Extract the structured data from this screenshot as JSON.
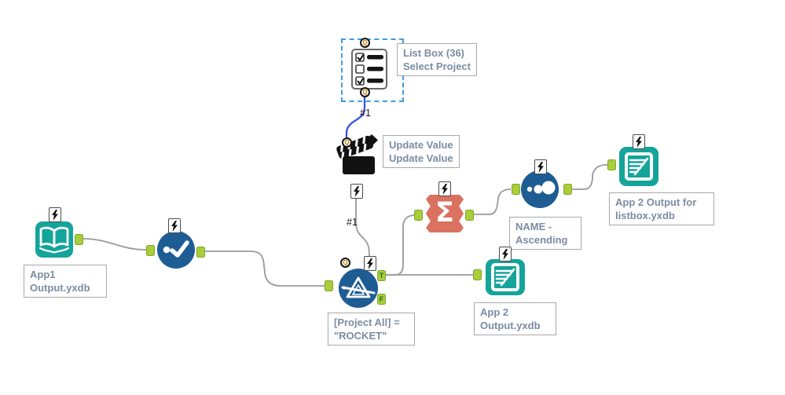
{
  "workflow": {
    "tools": {
      "list_box": {
        "annotation": [
          "List Box (36)",
          "Select Project"
        ],
        "anchor_top": "Q",
        "anchor_bottom": "Q"
      },
      "update_value": {
        "annotation": [
          "Update Value",
          "Update Value"
        ],
        "anchor": "Q"
      },
      "input_data": {
        "annotation": [
          "App1",
          "Output.yxdb"
        ]
      },
      "filter": {
        "annotation": [
          "[Project All] =",
          "\"ROCKET\""
        ],
        "anchor": "Q",
        "true_label": "T",
        "false_label": "F"
      },
      "summarize": {
        "symbol": "Σ"
      },
      "sort": {
        "annotation": [
          "NAME -",
          "Ascending"
        ]
      },
      "output_listbox": {
        "annotation": [
          "App 2 Output for",
          "listbox.yxdb"
        ]
      },
      "output_app2": {
        "annotation": [
          "App 2",
          "Output.yxdb"
        ]
      }
    },
    "connection_labels": {
      "listbox_to_update": "#1",
      "update_to_filter": "#1"
    },
    "colors": {
      "teal": "#14A49A",
      "blue": "#1E5C94",
      "salmon": "#DB7260",
      "connector_green": "#A9CE3A",
      "wire_gray": "#999999",
      "wire_selected_blue": "#3050E0",
      "annotation_text": "#7C8CA2",
      "selection_dash": "#3E9BE4"
    }
  }
}
